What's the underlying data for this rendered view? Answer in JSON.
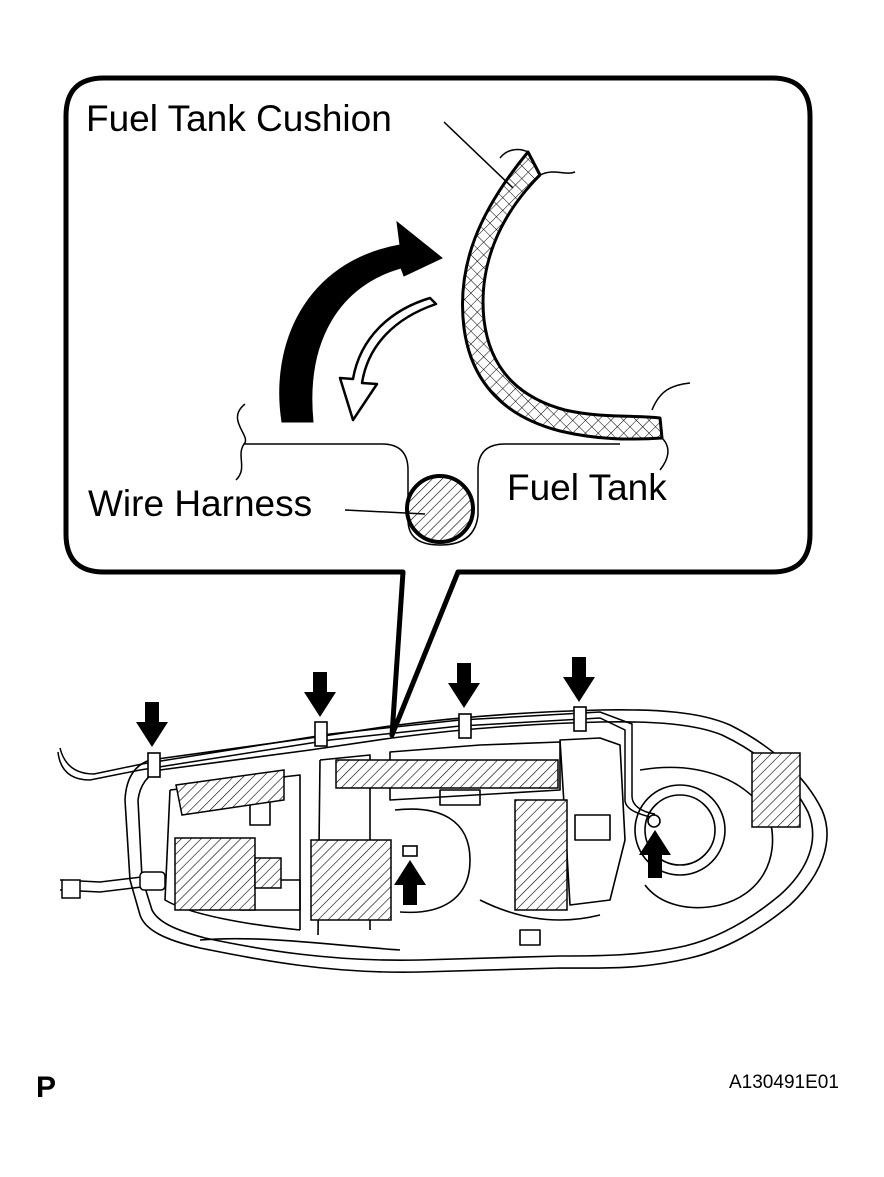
{
  "callout": {
    "fuel_tank_cushion_label": "Fuel Tank Cushion",
    "wire_harness_label": "Wire Harness",
    "fuel_tank_label": "Fuel Tank"
  },
  "footer": {
    "page_marker": "P",
    "figure_code": "A130491E01"
  },
  "arrows": {
    "clamp_arrows_down": 4,
    "clamp_arrows_up": 2
  },
  "colors": {
    "line": "#000000",
    "background": "#ffffff"
  }
}
